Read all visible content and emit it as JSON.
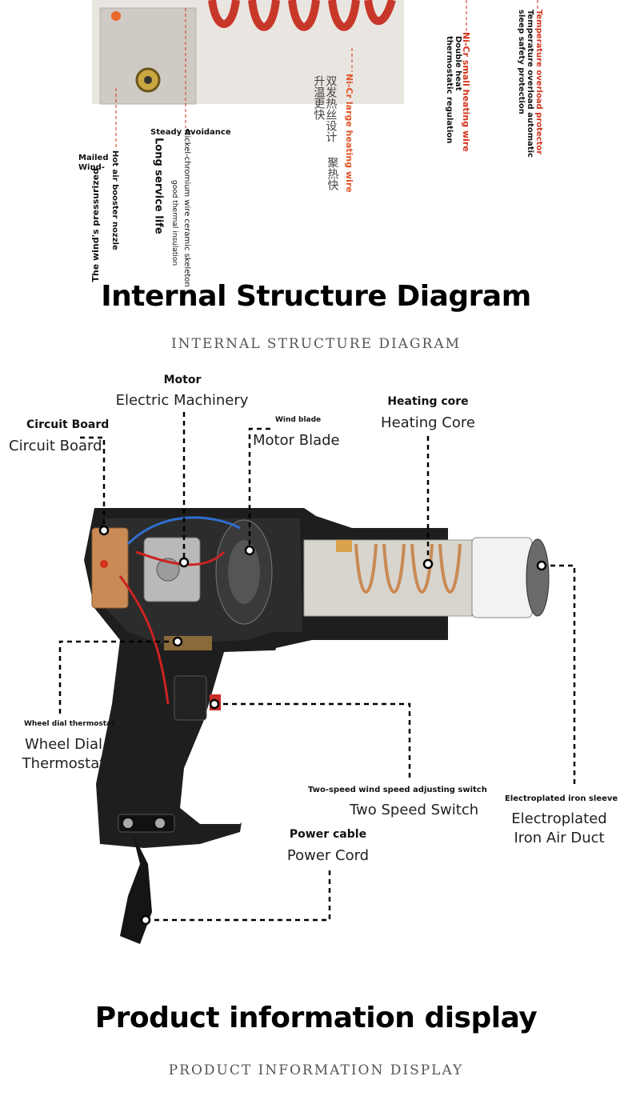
{
  "top_section": {
    "vertical_labels": {
      "mailed": "Mailed",
      "wind_nozzle": "Wind-",
      "wind_pressurized": "The wind's pressurized",
      "hot_air_booster": "Hot air booster nozzle",
      "steady_avoidance": "Steady Avoidance",
      "nickel_chromium": "Nickel-chromium wire ceramic skeleton",
      "good_thermal": "good thermal insulation",
      "long_service": "Long service life",
      "nicr_large": "Ni-Cr large heating wire",
      "cn_col1": "双发热丝设计",
      "cn_col2": "升温更快",
      "cn_col3": "聚热快",
      "nicr_small": "Ni-Cr small heating wire",
      "double_heat": "Double heat thermostatic regulation",
      "temp_overload": "Temperature overload protector",
      "temp_overload_desc": "Temperature overload automatic sleep safety protection"
    }
  },
  "section1": {
    "title": "Internal Structure Diagram",
    "subtitle": "INTERNAL STRUCTURE DIAGRAM"
  },
  "labels": {
    "motor_small": "Motor",
    "motor_big": "Electric Machinery",
    "circuit_small": "Circuit Board",
    "circuit_big": "Circuit Board",
    "wind_small": "Wind blade",
    "wind_big": "Motor Blade",
    "heating_small": "Heating core",
    "heating_big": "Heating Core",
    "wheel_small": "Wheel dial thermostat",
    "wheel_big_1": "Wheel Dial",
    "wheel_big_2": "Thermostat",
    "switch_small": "Two-speed wind speed adjusting switch",
    "switch_big": "Two Speed Switch",
    "sleeve_small": "Electroplated iron sleeve",
    "sleeve_big_1": "Electroplated",
    "sleeve_big_2": "Iron Air Duct",
    "power_small": "Power cable",
    "power_big": "Power Cord"
  },
  "section2": {
    "title": "Product information display",
    "subtitle": "PRODUCT INFORMATION DISPLAY"
  },
  "colors": {
    "accent_red": "#d2331c",
    "accent_orange": "#e0562b",
    "gun_body": "#1e1e1e",
    "copper_coil": "#c98a55"
  }
}
